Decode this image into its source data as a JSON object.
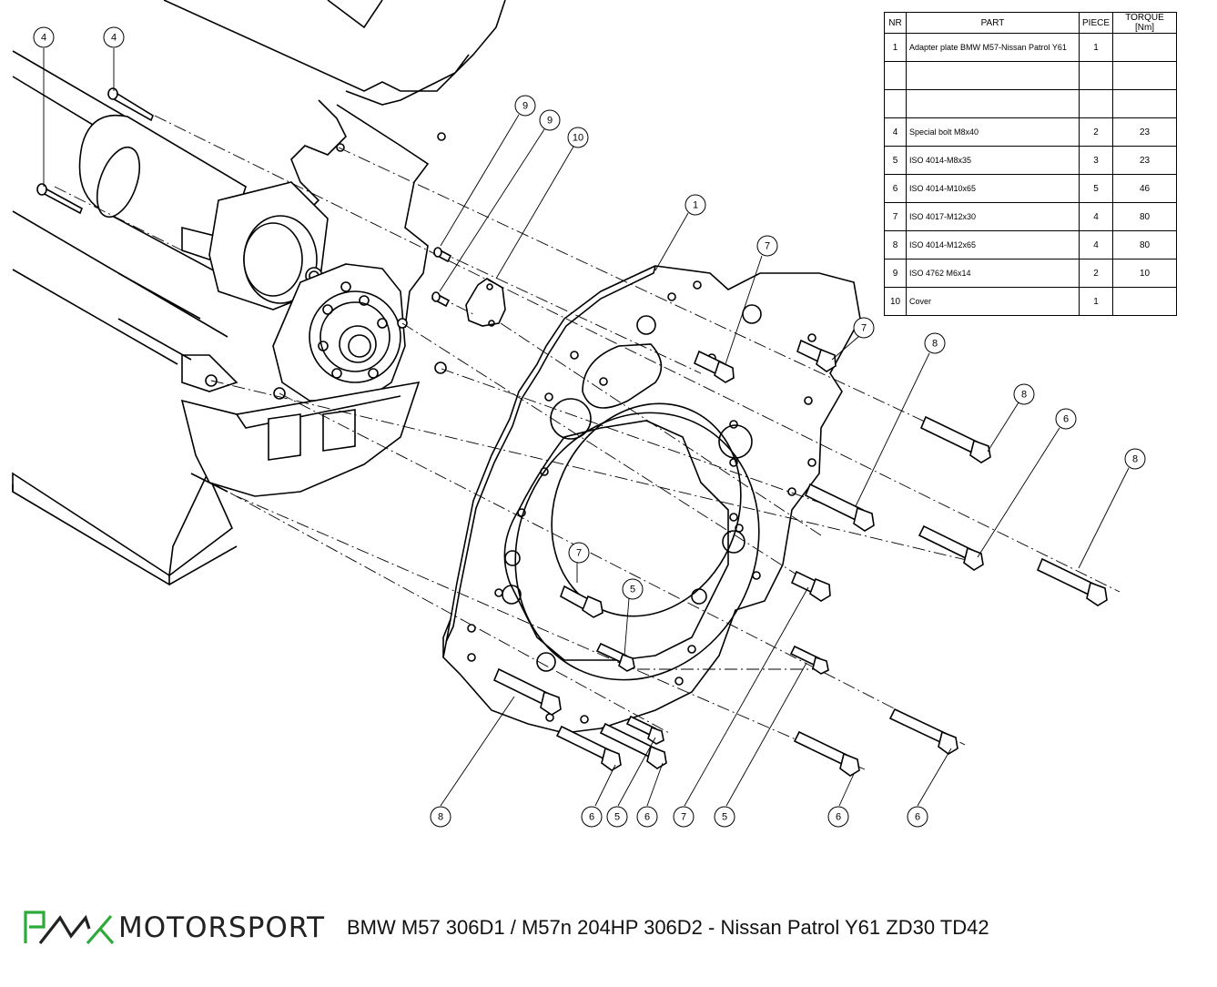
{
  "table": {
    "headers": [
      "NR",
      "PART",
      "PIECE",
      "TORQUE [Nm]"
    ],
    "rows": [
      {
        "nr": "1",
        "part": "Adapter plate BMW M57-Nissan Patrol Y61",
        "piece": "1",
        "torque": ""
      },
      {
        "nr": "",
        "part": "",
        "piece": "",
        "torque": ""
      },
      {
        "nr": "",
        "part": "",
        "piece": "",
        "torque": ""
      },
      {
        "nr": "4",
        "part": "Special bolt M8x40",
        "piece": "2",
        "torque": "23"
      },
      {
        "nr": "5",
        "part": "ISO 4014-M8x35",
        "piece": "3",
        "torque": "23"
      },
      {
        "nr": "6",
        "part": "ISO 4014-M10x65",
        "piece": "5",
        "torque": "46"
      },
      {
        "nr": "7",
        "part": "ISO 4017-M12x30",
        "piece": "4",
        "torque": "80"
      },
      {
        "nr": "8",
        "part": "ISO 4014-M12x65",
        "piece": "4",
        "torque": "80"
      },
      {
        "nr": "9",
        "part": "ISO 4762 M6x14",
        "piece": "2",
        "torque": "10"
      },
      {
        "nr": "10",
        "part": "Cover",
        "piece": "1",
        "torque": ""
      }
    ]
  },
  "balloons": [
    "4",
    "4",
    "9",
    "9",
    "10",
    "1",
    "7",
    "7",
    "8",
    "8",
    "6",
    "8",
    "7",
    "5",
    "8",
    "6",
    "5",
    "6",
    "7",
    "5",
    "6",
    "6"
  ],
  "footer": {
    "brand": "MOTORSPORT",
    "title": "BMW M57 306D1 / M57n 204HP 306D2 - Nissan Patrol Y61 ZD30 TD42"
  },
  "colors": {
    "logo_green": "#2eaa3a",
    "logo_dark": "#222222"
  }
}
